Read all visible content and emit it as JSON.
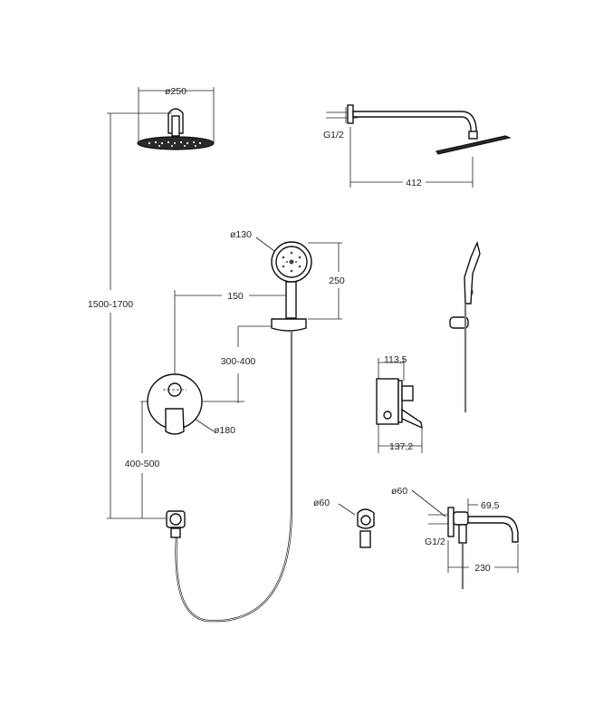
{
  "dimensions": {
    "head_diameter": "ø250",
    "thread_top": "G1/2",
    "arm_length": "412",
    "handshower_diameter": "ø130",
    "handshower_height": "250",
    "offset_150": "150",
    "range_300_400": "300-400",
    "range_1500_1700": "1500-1700",
    "flange_diameter": "ø180",
    "range_400_500": "400-500",
    "depth_113": "113,5",
    "depth_137": "137,2",
    "elbow_diameter": "ø60",
    "spout_flange_diameter": "ø60",
    "spout_offset": "69,5",
    "thread_bottom": "G1/2",
    "spout_length": "230"
  },
  "colors": {
    "line": "#111111",
    "dim_line": "#222222",
    "fill_dark": "#2a2a2a"
  }
}
